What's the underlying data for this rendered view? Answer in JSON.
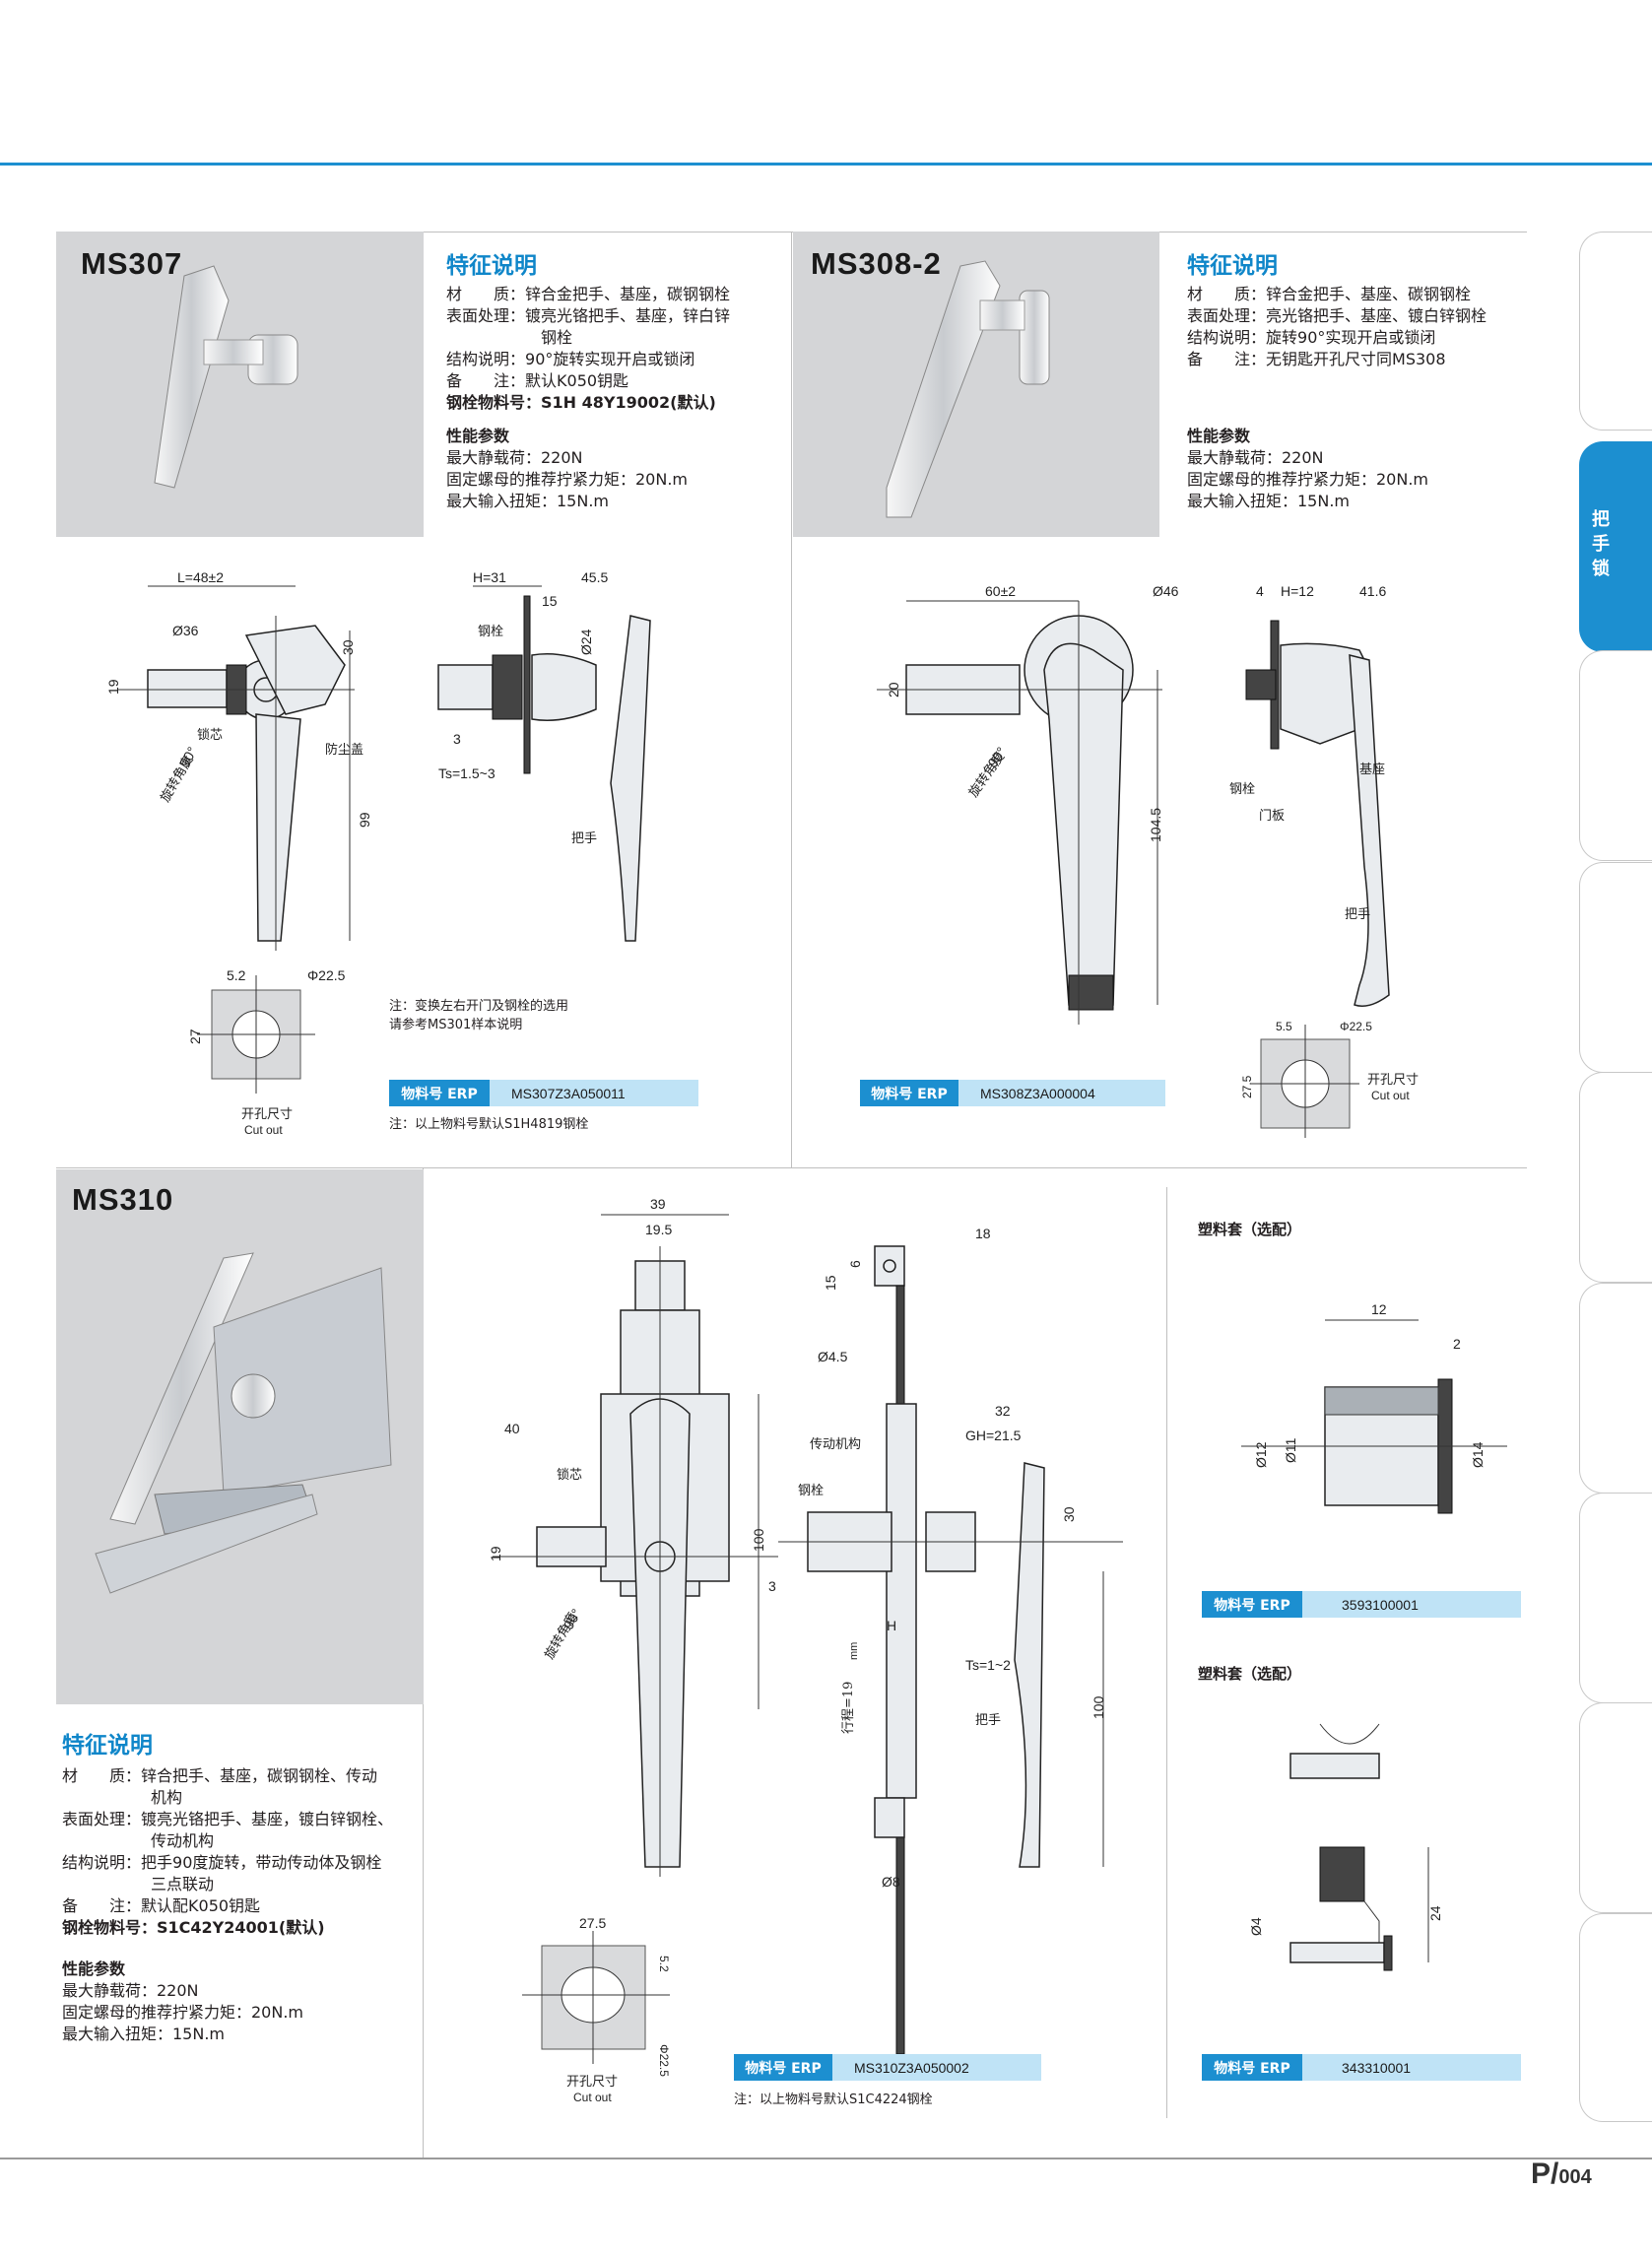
{
  "side_tab": {
    "label": "把手锁"
  },
  "page_number": {
    "prefix": "P/",
    "number": "004"
  },
  "ms307": {
    "model": "MS307",
    "feature_title": "特征说明",
    "specs": [
      {
        "key": "材　　质：",
        "value": "锌合金把手、基座，碳钢钢栓"
      },
      {
        "key": "表面处理：",
        "value": "镀亮光铬把手、基座，锌白锌"
      },
      {
        "key": "",
        "value": "钢栓"
      },
      {
        "key": "结构说明：",
        "value": "90°旋转实现开启或锁闭"
      },
      {
        "key": "备　　注：",
        "value": "默认K050钥匙"
      }
    ],
    "bolt_label": "钢栓物料号：",
    "bolt_value": "S1H 48Y19002(默认)",
    "perf_title": "性能参数",
    "perf": [
      "最大静载荷：220N",
      "固定螺母的推荐拧紧力矩：20N.m",
      "最大输入扭矩：15N.m"
    ],
    "drawing_labels": {
      "L": "L=48±2",
      "d36": "Ø36",
      "h30": "30",
      "h19": "19",
      "core": "锁芯",
      "cover": "防尘盖",
      "angle": "90°",
      "angle_text": "旋转角度",
      "h99": "99",
      "H": "H=31",
      "w15": "15",
      "w455": "45.5",
      "bolt": "钢栓",
      "d24": "Ø24",
      "w3": "3",
      "ts": "Ts=1.5~3",
      "handle": "把手"
    },
    "cutout": {
      "w": "5.2",
      "d": "Φ22.5",
      "h": "27",
      "label_cn": "开孔尺寸",
      "label_en": "Cut out"
    },
    "note": [
      "注：变换左右开门及钢栓的选用",
      "请参考MS301样本说明"
    ],
    "erp_label": "物料号 ERP",
    "erp_value": "MS307Z3A050011",
    "erp_note": "注：以上物料号默认S1H4819钢栓"
  },
  "ms308": {
    "model": "MS308-2",
    "feature_title": "特征说明",
    "specs": [
      {
        "key": "材　　质：",
        "value": "锌合金把手、基座、碳钢钢栓"
      },
      {
        "key": "表面处理：",
        "value": "亮光铬把手、基座、镀白锌钢栓"
      },
      {
        "key": "结构说明：",
        "value": "旋转90°实现开启或锁闭"
      },
      {
        "key": "备　　注：",
        "value": "无钥匙开孔尺寸同MS308"
      }
    ],
    "perf_title": "性能参数",
    "perf": [
      "最大静载荷：220N",
      "固定螺母的推荐拧紧力矩：20N.m",
      "最大输入扭矩：15N.m"
    ],
    "drawing_labels": {
      "w60": "60±2",
      "d46": "Ø46",
      "h20": "20",
      "angle": "90°",
      "angle_text": "旋转角度",
      "h1045": "104.5",
      "w4": "4",
      "H": "H=12",
      "w416": "41.6",
      "base": "基座",
      "bolt": "钢栓",
      "panel": "门板",
      "handle": "把手"
    },
    "cutout": {
      "w": "5.5",
      "d": "Φ22.5",
      "h": "27.5",
      "label_cn": "开孔尺寸",
      "label_en": "Cut out"
    },
    "erp_label": "物料号 ERP",
    "erp_value": "MS308Z3A000004"
  },
  "ms310": {
    "model": "MS310",
    "feature_title": "特征说明",
    "specs": [
      {
        "key": "材　　质：",
        "value": "锌合把手、基座，碳钢钢栓、传动"
      },
      {
        "key": "",
        "value": "机构"
      },
      {
        "key": "表面处理：",
        "value": "镀亮光铬把手、基座，镀白锌钢栓、"
      },
      {
        "key": "",
        "value": "传动机构"
      },
      {
        "key": "结构说明：",
        "value": "把手90度旋转，带动传动体及钢栓"
      },
      {
        "key": "",
        "value": "三点联动"
      },
      {
        "key": "备　　注：",
        "value": "默认配K050钥匙"
      }
    ],
    "bolt_label": "钢栓物料号：",
    "bolt_value": "S1C42Y24001(默认)",
    "perf_title": "性能参数",
    "perf": [
      "最大静载荷：220N",
      "固定螺母的推荐拧紧力矩：20N.m",
      "最大输入扭矩：15N.m"
    ],
    "drawing_labels": {
      "w39": "39",
      "w195": "19.5",
      "w40": "40",
      "core": "锁芯",
      "h19": "19",
      "h100": "100",
      "angle": "90°",
      "angle_text": "旋转角度",
      "w18": "18",
      "h15": "15",
      "h6": "6",
      "d45": "Ø4.5",
      "drive": "传动机构",
      "w32": "32",
      "gh": "GH=21.5",
      "bolt": "钢栓",
      "h30": "30",
      "w3": "3",
      "H": "H",
      "ts": "Ts=1~2",
      "stroke": "行程=19",
      "mm": "mm",
      "handle": "把手",
      "h100b": "100",
      "d8": "Ø8"
    },
    "cutout": {
      "w": "27.5",
      "h": "5.2",
      "d": "Φ22.5",
      "label_cn": "开孔尺寸",
      "label_en": "Cut out"
    },
    "erp_label": "物料号 ERP",
    "erp_value": "MS310Z3A050002",
    "erp_note": "注：以上物料号默认S1C4224钢栓"
  },
  "sleeve1": {
    "title": "塑料套（选配）",
    "dims": {
      "w12": "12",
      "w2": "2",
      "d12": "Ø12",
      "d11": "Ø11",
      "d14": "Ø14"
    },
    "erp_label": "物料号 ERP",
    "erp_value": "3593100001"
  },
  "sleeve2": {
    "title": "塑料套（选配）",
    "dims": {
      "d4": "Ø4",
      "h24": "24"
    },
    "erp_label": "物料号 ERP",
    "erp_value": "343310001"
  }
}
